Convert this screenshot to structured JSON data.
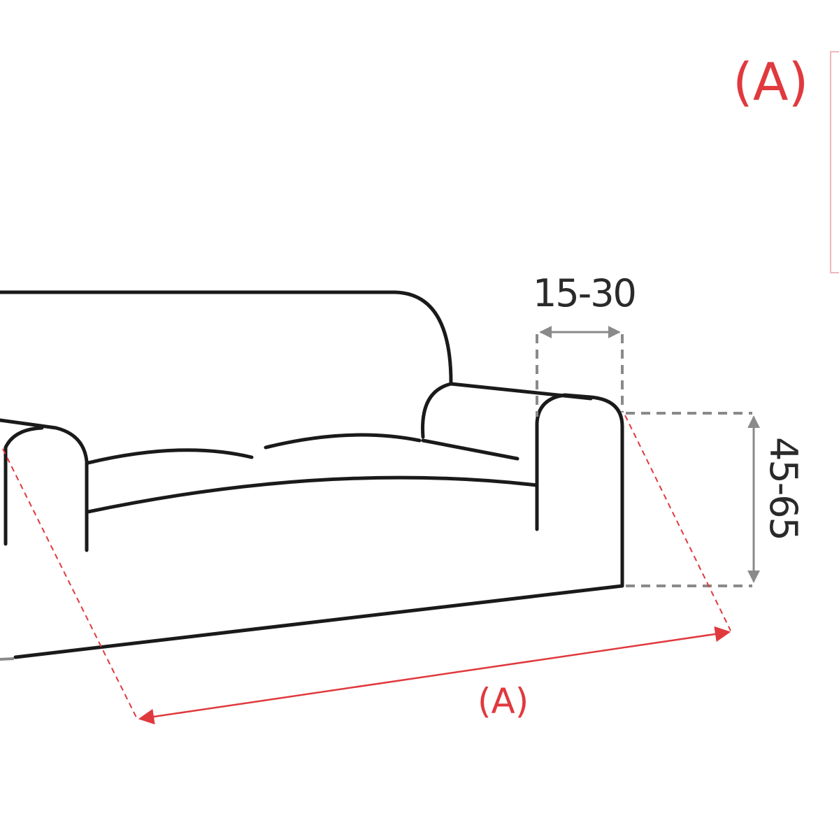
{
  "labels": {
    "arm_width": "15-30",
    "arm_height": "45-65",
    "length_bottom": "(A)",
    "length_legend": "(A)"
  },
  "colors": {
    "outline": "#1a1a1a",
    "dimension_gray": "#8a8a8a",
    "dimension_red": "#e0393e"
  }
}
